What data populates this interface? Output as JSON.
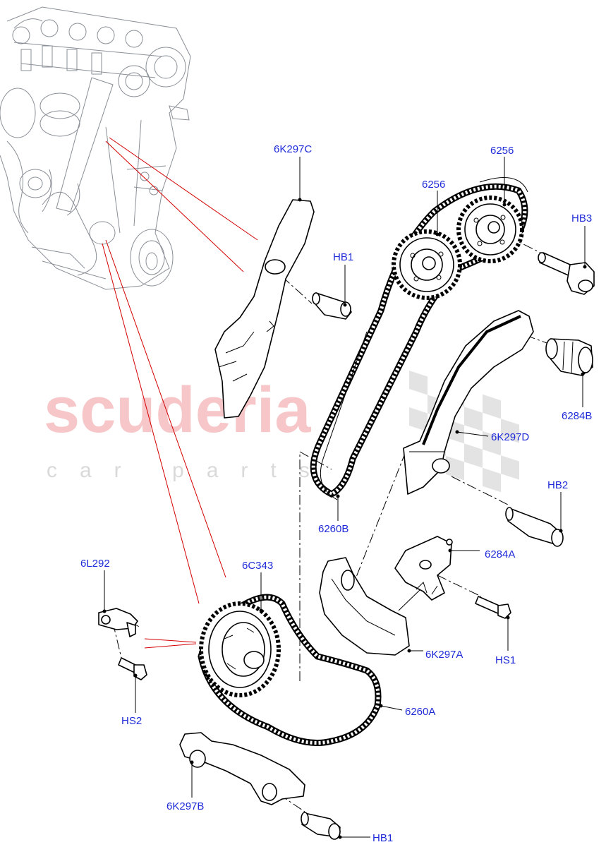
{
  "watermark": {
    "brand": "scuderia",
    "tagline": "car parts"
  },
  "labels": {
    "l_6K297C": "6K297C",
    "l_6256_left": "6256",
    "l_6256_right": "6256",
    "l_HB3": "HB3",
    "l_HB1_top": "HB1",
    "l_6284B": "6284B",
    "l_6K297D": "6K297D",
    "l_HB2": "HB2",
    "l_6260B": "6260B",
    "l_6284A": "6284A",
    "l_6L292": "6L292",
    "l_6C343": "6C343",
    "l_6K297A": "6K297A",
    "l_HS1": "HS1",
    "l_HS2": "HS2",
    "l_6260A": "6260A",
    "l_6K297B": "6K297B",
    "l_HB1_bottom": "HB1"
  },
  "colors": {
    "label": "#1f2bd8",
    "callout_red": "#d40000",
    "watermark_red": "#f6c6c8",
    "watermark_gray": "#d9d9d9"
  }
}
